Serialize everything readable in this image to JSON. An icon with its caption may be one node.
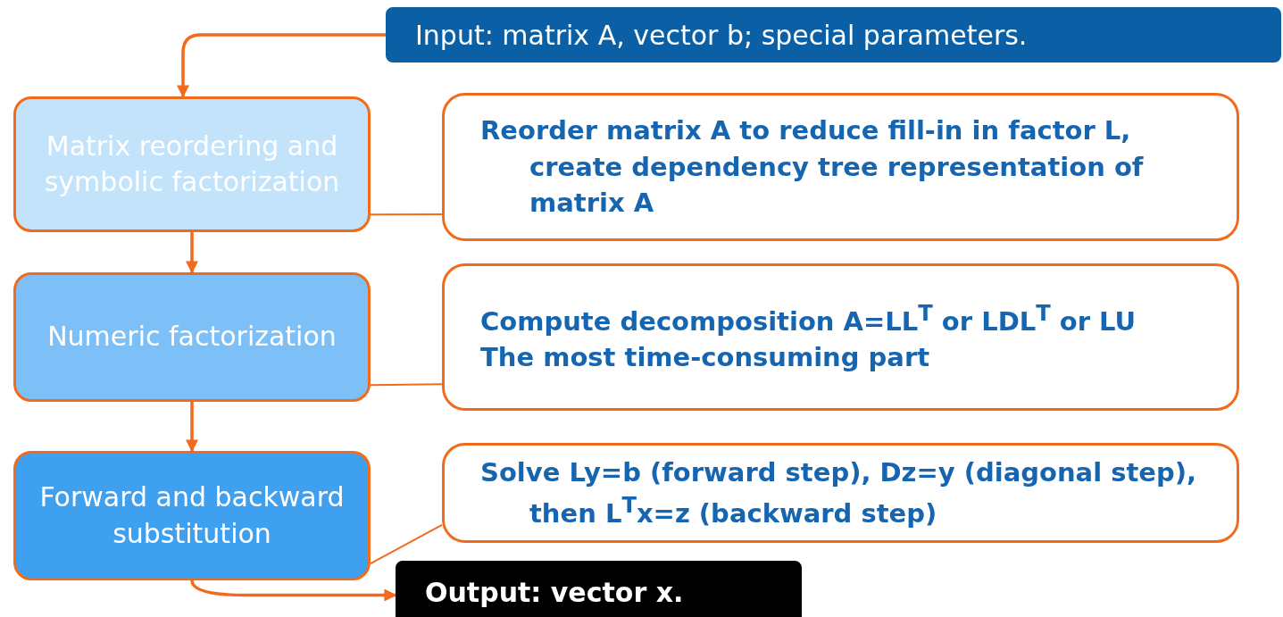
{
  "diagram": {
    "nodes": [
      {
        "text": [
          "Input: matrix A, vector b; special parameters."
        ]
      },
      {
        "text": [
          "Matrix reordering and symbolic factorization"
        ]
      },
      {
        "text": [
          "Reorder matrix A to reduce fill-in in factor L, create dependency tree representation of matrix A"
        ]
      },
      {
        "text": [
          "Numeric factorization"
        ]
      },
      {
        "text": [
          "Compute decomposition A=LL$^{T}$ or LDL$^{T}$ or LU",
          "The most time-consuming part"
        ]
      },
      {
        "text": [
          "Forward and backward substitution"
        ]
      },
      {
        "text": [
          "Solve Ly=b (forward step), Dz=y (diagonal step), then L$^{T}$x=z (backward step)"
        ]
      },
      {
        "text": [
          "Output: vector x."
        ]
      }
    ],
    "edges": [
      {
        "from": 0,
        "to": 1,
        "arrow": "to"
      },
      {
        "from": 2,
        "to": 1,
        "arrow": "none"
      },
      {
        "from": 1,
        "to": 3,
        "arrow": "to"
      },
      {
        "from": 4,
        "to": 3,
        "arrow": "none"
      },
      {
        "from": 3,
        "to": 5,
        "arrow": "to"
      },
      {
        "from": 6,
        "to": 5,
        "arrow": "none"
      },
      {
        "from": 5,
        "to": 7,
        "arrow": "to"
      }
    ]
  }
}
